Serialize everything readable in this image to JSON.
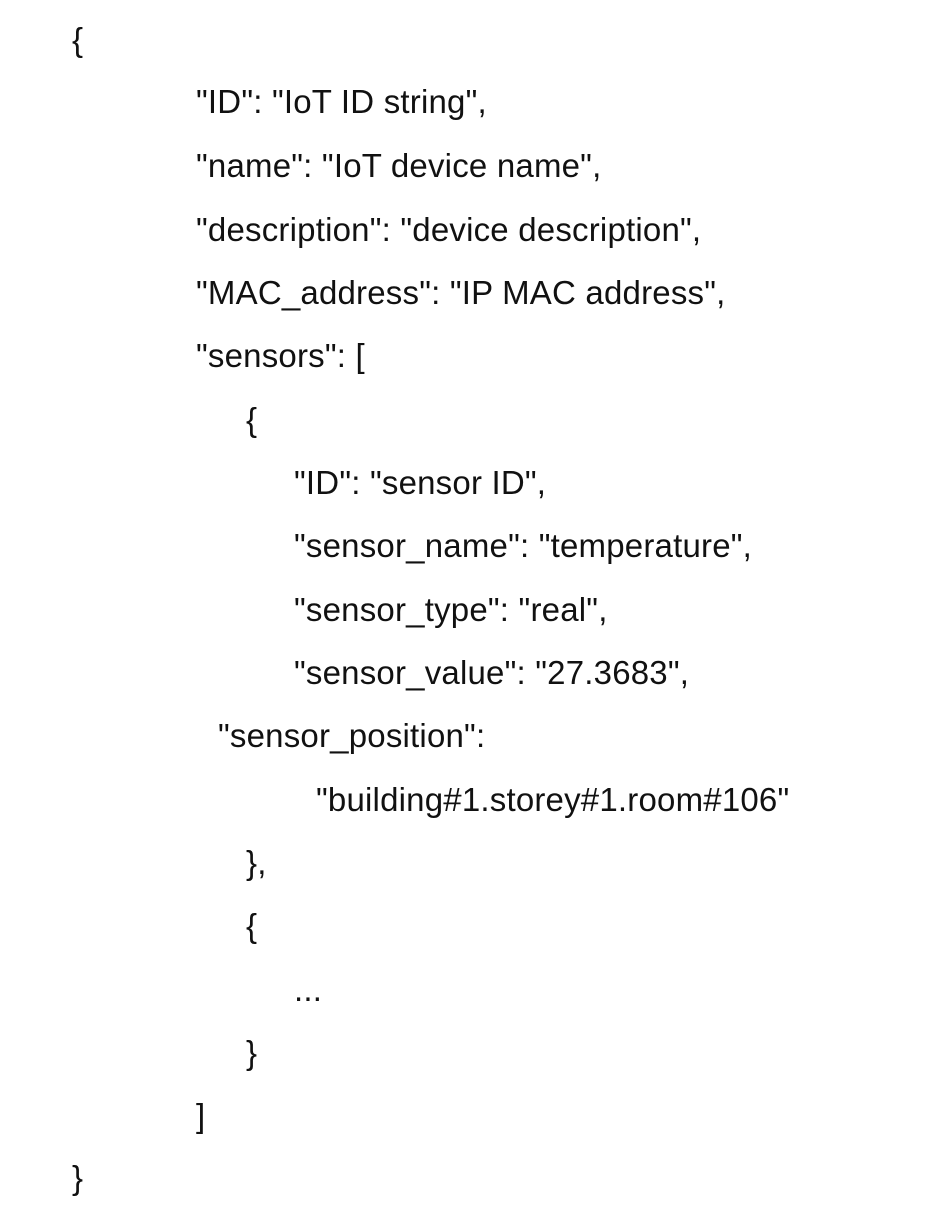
{
  "document": {
    "lines": [
      "{",
      "\"ID\": \"IoT ID string\",",
      "\"name\": \"IoT device name\",",
      "\"description\": \"device description\",",
      "\"MAC_address\": \"IP MAC address\",",
      "\"sensors\": [",
      "{",
      "\"ID\": \"sensor ID\",",
      "\"sensor_name\": \"temperature\",",
      "\"sensor_type\": \"real\",",
      "\"sensor_value\": \"27.3683\",",
      "\"sensor_position\":",
      "\"building#1.storey#1.room#106\"",
      "},",
      "{",
      "...",
      "}",
      "]",
      "}"
    ]
  }
}
